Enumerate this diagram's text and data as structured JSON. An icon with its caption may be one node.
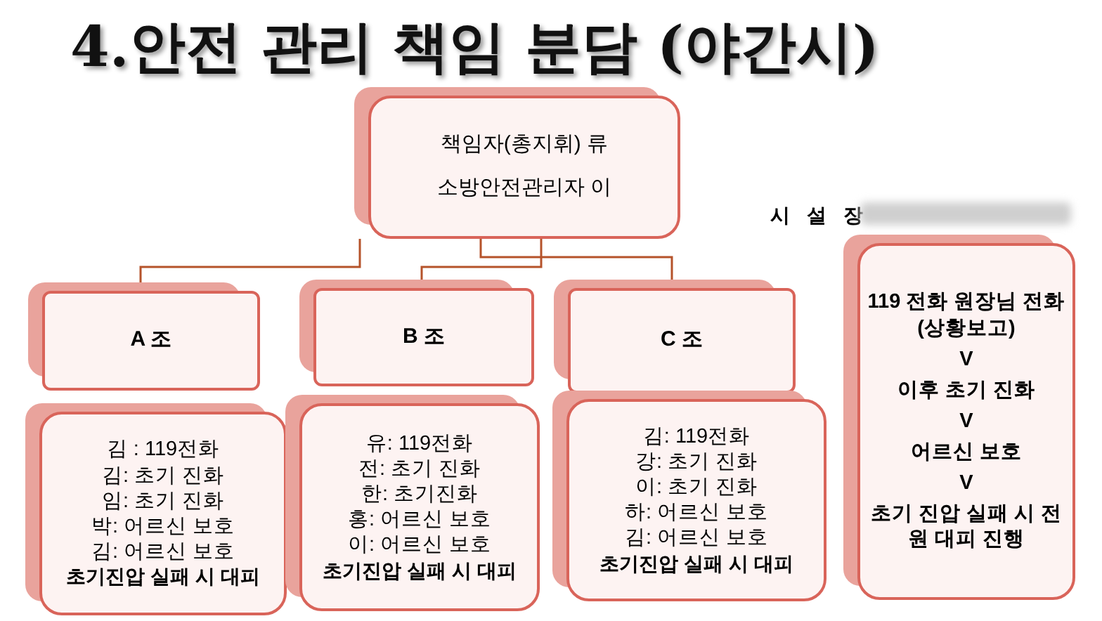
{
  "diagram": {
    "title": "4.안전 관리 책임 분담 (야간시)",
    "nodes": [
      {
        "text": [
          "책임자(총지휘) 류",
          "소방안전관리자 이"
        ]
      },
      {
        "text": [
          "A 조"
        ]
      },
      {
        "text": [
          "B 조"
        ]
      },
      {
        "text": [
          "C 조"
        ]
      },
      {
        "text": [
          "김 : 119전화",
          "김: 초기 진화",
          "임: 초기 진화",
          "박: 어르신 보호",
          "김: 어르신 보호",
          "초기진압 실패 시 대피"
        ]
      },
      {
        "text": [
          "유: 119전화",
          "전: 초기 진화",
          "한: 초기진화",
          "홍: 어르신 보호",
          "이: 어르신 보호",
          "초기진압 실패 시 대피"
        ]
      },
      {
        "text": [
          "김: 119전화",
          "강: 초기 진화",
          "이: 초기 진화",
          "하: 어르신 보호",
          "김: 어르신 보호",
          "초기진압 실패 시 대피"
        ]
      },
      {
        "text": [
          "119 전화 원장님 전화 (상황보고)",
          "V",
          "이후 초기 진화",
          "V",
          "어르신 보호",
          "V",
          "초기 진압 실패 시 전원 대피 진행"
        ]
      }
    ],
    "edges": [
      {
        "from": 0,
        "to": 1,
        "arrow": "none"
      },
      {
        "from": 0,
        "to": 2,
        "arrow": "none"
      },
      {
        "from": 0,
        "to": 3,
        "arrow": "none"
      }
    ],
    "labels": [
      "시 설 장"
    ]
  }
}
